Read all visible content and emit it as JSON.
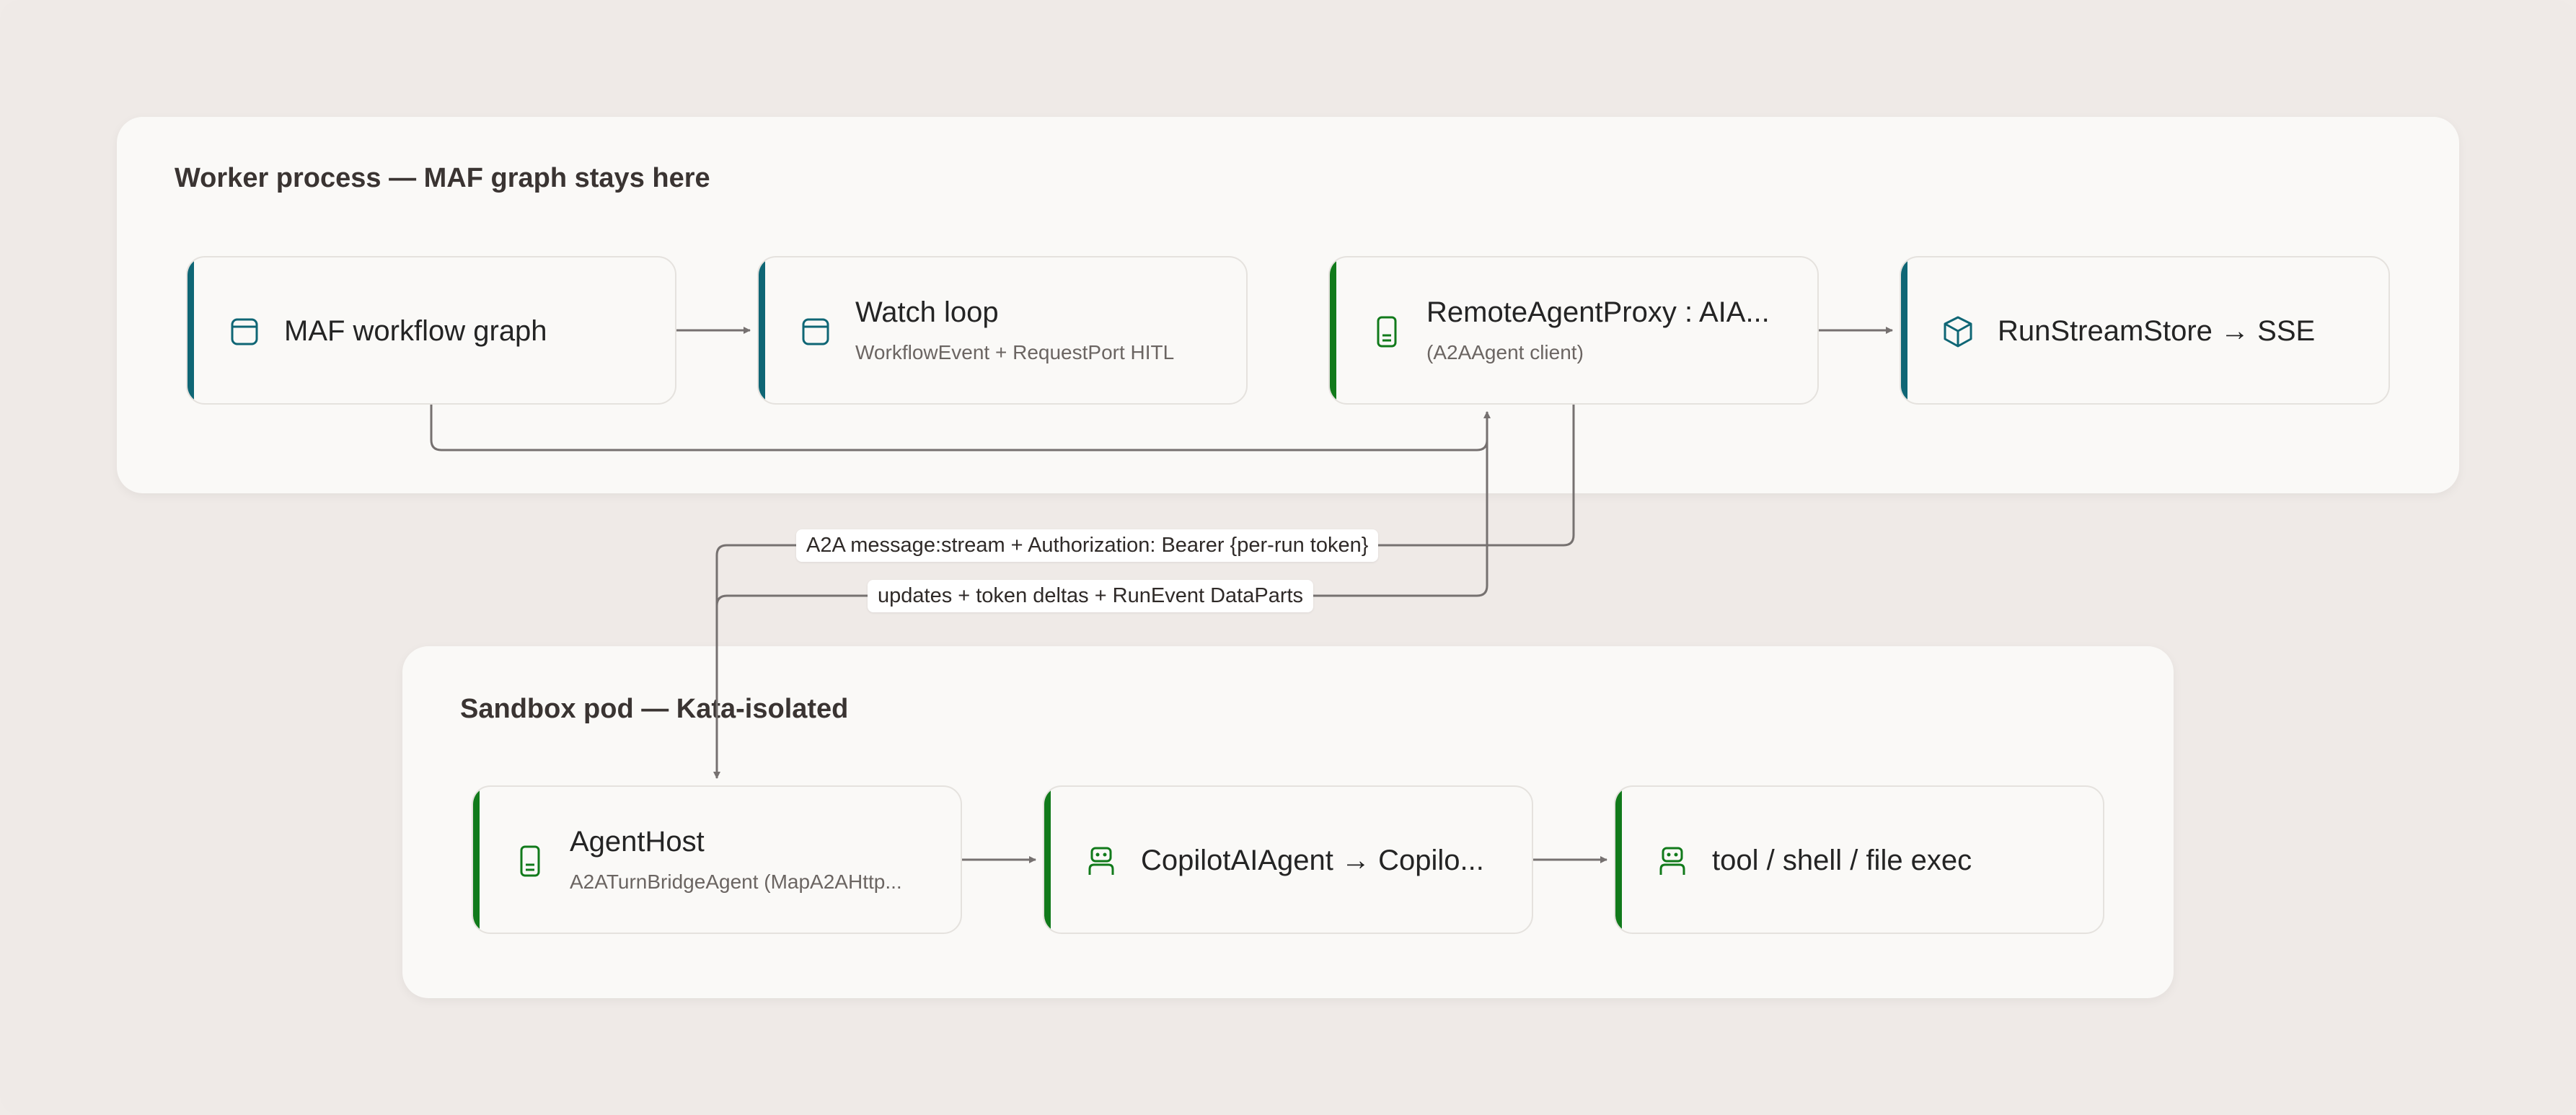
{
  "colors": {
    "teal": "#0f6675",
    "green": "#117a1b",
    "edge": "#767170"
  },
  "worker": {
    "title": "Worker process — MAF graph stays here",
    "nodes": [
      {
        "label": "MAF workflow graph",
        "sub": "",
        "icon": "window-icon"
      },
      {
        "label": "Watch loop",
        "sub": "WorkflowEvent + RequestPort HITL",
        "icon": "window-icon"
      },
      {
        "label": "RemoteAgentProxy : AIA...",
        "sub": "(A2AAgent client)",
        "icon": "phone-icon"
      },
      {
        "label": "RunStreamStore → SSE",
        "sub": "",
        "icon": "cube-icon"
      }
    ]
  },
  "sandbox": {
    "title": "Sandbox pod — Kata-isolated",
    "nodes": [
      {
        "label": "AgentHost",
        "sub": "A2ATurnBridgeAgent (MapA2AHttp...",
        "icon": "phone-icon"
      },
      {
        "label": "CopilotAIAgent → Copilo...",
        "sub": "",
        "icon": "bot-icon"
      },
      {
        "label": "tool / shell / file exec",
        "sub": "",
        "icon": "bot-icon"
      }
    ]
  },
  "edges": {
    "request_label": "A2A message:stream + Authorization: Bearer {per-run token}",
    "response_label": "updates + token deltas + RunEvent DataParts"
  }
}
